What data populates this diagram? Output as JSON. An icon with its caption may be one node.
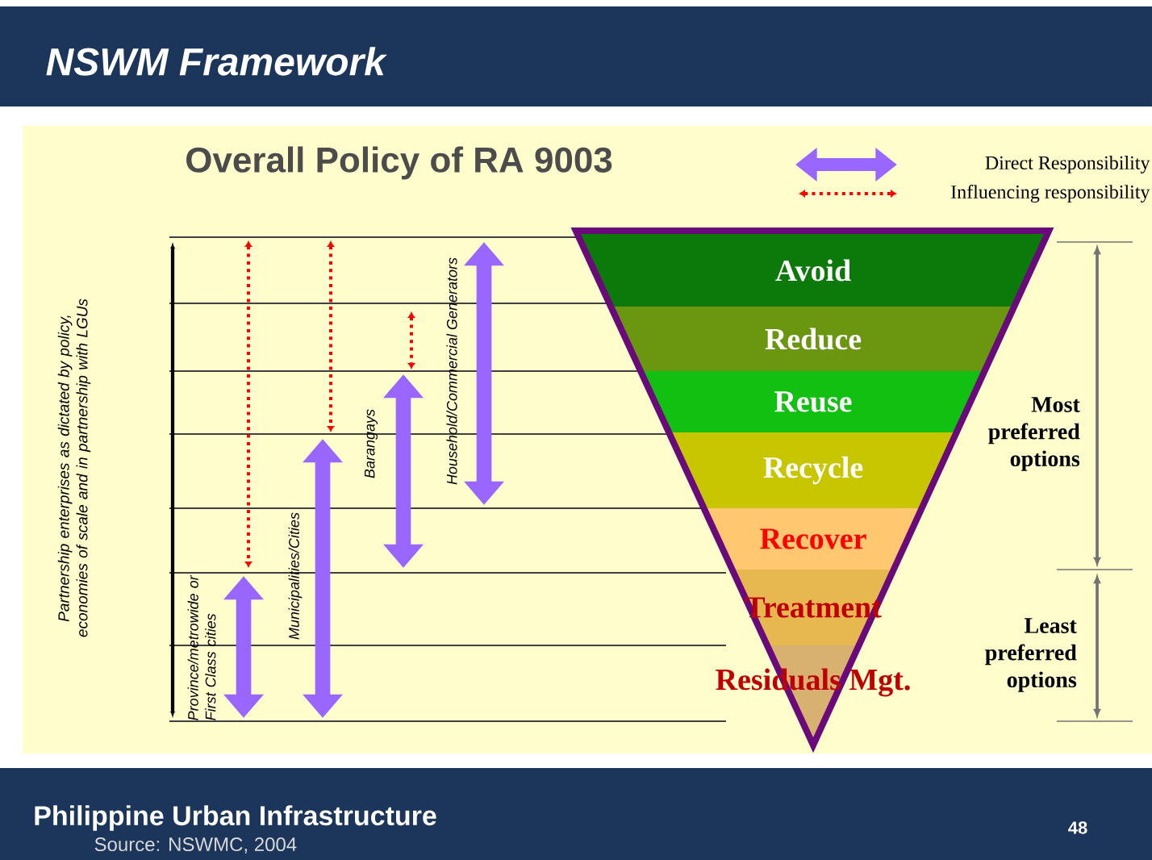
{
  "diagram": {
    "title": "NSWM Framework",
    "nodes": [
      {
        "text": [
          "Avoid"
        ]
      },
      {
        "text": [
          "Reduce"
        ]
      },
      {
        "text": [
          "Reuse"
        ]
      },
      {
        "text": [
          "Recycle"
        ]
      },
      {
        "text": [
          "Recover"
        ]
      },
      {
        "text": [
          "Treatment"
        ]
      },
      {
        "text": [
          "Residuals Mgt."
        ]
      }
    ],
    "labels": [
      "Overall Policy of RA 9003",
      "Partnership enterprises as dictated by policy, economies of scale and in partnership with LGUs",
      "Province/metrowide or First Class cities",
      "Municipalities/Cities",
      "Barangays",
      "Household/Commercial Generators",
      "Most preferred options",
      "Least preferred options",
      "Philippine Urban Infrastructure",
      "48"
    ],
    "caption": "Source: NSWMC, 2004",
    "legend": [
      {
        "text": "Direct Responsibility"
      },
      {
        "text": "Influencing responsibility"
      }
    ]
  }
}
